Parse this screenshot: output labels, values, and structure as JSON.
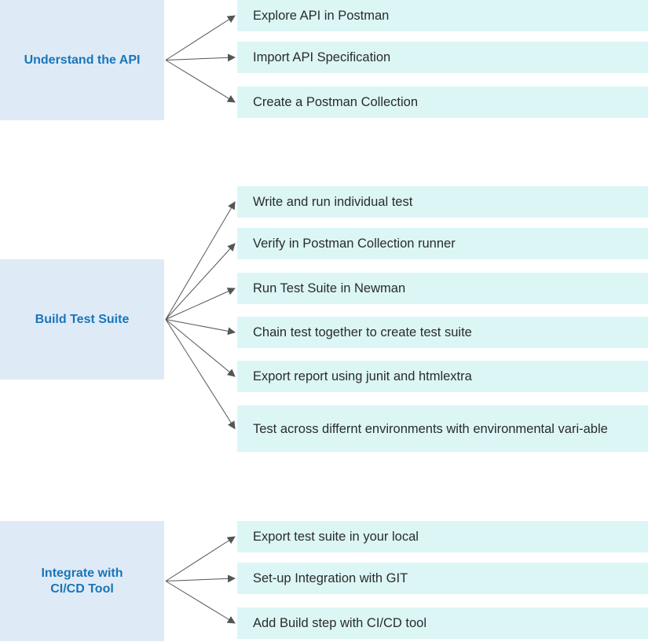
{
  "colors": {
    "phase_bg": "#deebf7",
    "phase_text": "#1a75b8",
    "step_bg": "#dcf6f6",
    "step_text": "#2b2b2b",
    "arrow": "#555555"
  },
  "groups": [
    {
      "title": "Understand the API",
      "steps": [
        "Explore API in Postman",
        "Import API Specification",
        "Create a Postman Collection"
      ]
    },
    {
      "title": "Build Test Suite",
      "steps": [
        "Write and run individual test",
        "Verify in Postman Collection runner",
        "Run Test Suite in Newman",
        "Chain test together to create test suite",
        "Export report using junit and htmlextra",
        "Test across differnt environments with environmental vari-able"
      ]
    },
    {
      "title": "Integrate with CI/CD Tool",
      "steps": [
        "Export test suite in your local",
        "Set-up Integration with GIT",
        "Add Build step with CI/CD tool"
      ]
    }
  ]
}
